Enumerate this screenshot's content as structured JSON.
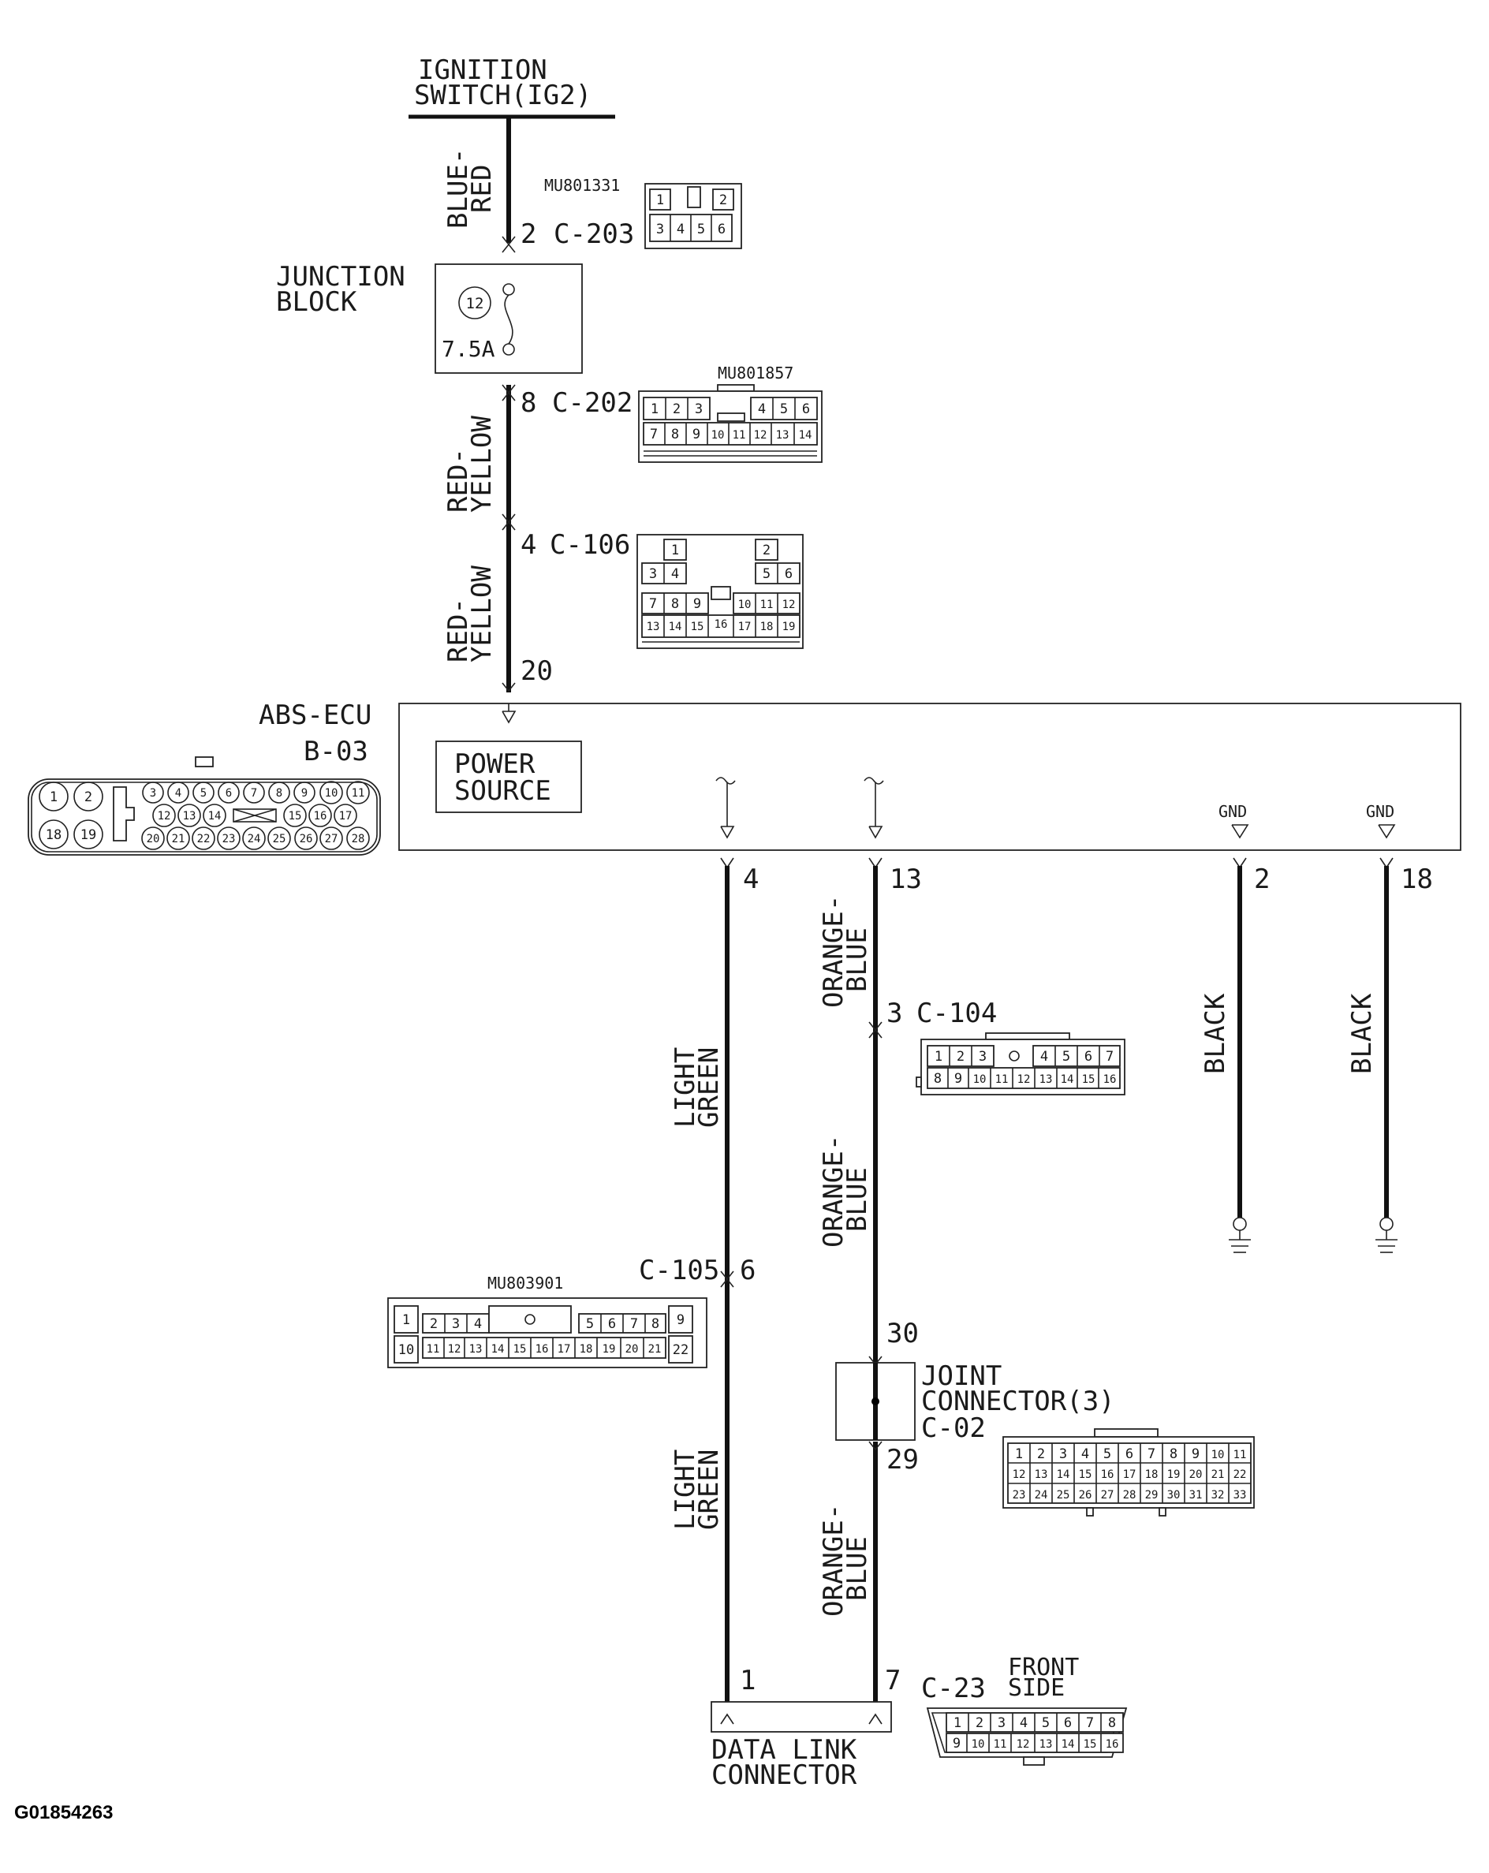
{
  "ignition": {
    "line1": "IGNITION",
    "line2": "SWITCH(IG2)"
  },
  "wires": {
    "blue_red": {
      "l1": "BLUE-",
      "l2": "RED"
    },
    "red_yellow": {
      "l1": "RED-",
      "l2": "YELLOW"
    },
    "light_green": {
      "l1": "LIGHT",
      "l2": "GREEN"
    },
    "orange_blue": {
      "l1": "ORANGE-",
      "l2": "BLUE"
    },
    "black": "BLACK"
  },
  "junction_block": {
    "line1": "JUNCTION",
    "line2": "BLOCK",
    "fuse_no": "12",
    "rating": "7.5A"
  },
  "connectors": {
    "c203": {
      "pin": "2",
      "id": "C-203",
      "part": "MU801331",
      "pins_top": [
        "1",
        "2"
      ],
      "pins_bot": [
        "3",
        "4",
        "5",
        "6"
      ]
    },
    "c202": {
      "pin": "8",
      "id": "C-202",
      "part": "MU801857",
      "pins_top": [
        "1",
        "2",
        "3",
        "4",
        "5",
        "6"
      ],
      "pins_bot": [
        "7",
        "8",
        "9",
        "10",
        "11",
        "12",
        "13",
        "14"
      ]
    },
    "c106": {
      "pin": "4",
      "id": "C-106",
      "rows": [
        [
          "1",
          "2"
        ],
        [
          "3",
          "4",
          "5",
          "6"
        ],
        [
          "7",
          "8",
          "9",
          "10",
          "11",
          "12"
        ],
        [
          "13",
          "14",
          "15",
          "16",
          "17",
          "18",
          "19"
        ]
      ]
    },
    "c104": {
      "pin": "3",
      "id": "C-104",
      "pins_top": [
        "1",
        "2",
        "3",
        "4",
        "5",
        "6",
        "7"
      ],
      "pins_bot": [
        "8",
        "9",
        "10",
        "11",
        "12",
        "13",
        "14",
        "15",
        "16"
      ]
    },
    "c105": {
      "pin": "6",
      "id": "C-105",
      "part": "MU803901",
      "pins_top": [
        "1",
        "2",
        "3",
        "4",
        "5",
        "6",
        "7",
        "8",
        "9"
      ],
      "pins_bot": [
        "10",
        "11",
        "12",
        "13",
        "14",
        "15",
        "16",
        "17",
        "18",
        "19",
        "20",
        "21",
        "22"
      ]
    },
    "c02": {
      "pin_in": "30",
      "pin_out": "29",
      "line1": "JOINT",
      "line2": "CONNECTOR(3)",
      "id": "C-02",
      "rows": [
        [
          "1",
          "2",
          "3",
          "4",
          "5",
          "6",
          "7",
          "8",
          "9",
          "10",
          "11"
        ],
        [
          "12",
          "13",
          "14",
          "15",
          "16",
          "17",
          "18",
          "19",
          "20",
          "21",
          "22"
        ],
        [
          "23",
          "24",
          "25",
          "26",
          "27",
          "28",
          "29",
          "30",
          "31",
          "32",
          "33"
        ]
      ]
    },
    "c23": {
      "pin_a": "1",
      "pin_b": "7",
      "id": "C-23",
      "note1": "FRONT",
      "note2": "SIDE",
      "pins_top": [
        "1",
        "2",
        "3",
        "4",
        "5",
        "6",
        "7",
        "8"
      ],
      "pins_bot": [
        "9",
        "10",
        "11",
        "12",
        "13",
        "14",
        "15",
        "16"
      ]
    }
  },
  "ecu": {
    "name": "ABS-ECU",
    "id": "B-03",
    "power1": "POWER",
    "power2": "SOURCE",
    "gnd": "GND",
    "pins": {
      "power": "20",
      "lg": "4",
      "ob": "13",
      "gnd1": "2",
      "gnd2": "18"
    },
    "connector_pins": {
      "big_top": [
        "1",
        "2"
      ],
      "big_bot": [
        "18",
        "19"
      ],
      "row1": [
        "3",
        "4",
        "5",
        "6",
        "7",
        "8",
        "9",
        "10",
        "11"
      ],
      "row2a": [
        "12",
        "13",
        "14"
      ],
      "row2b": [
        "15",
        "16",
        "17"
      ],
      "row3": [
        "20",
        "21",
        "22",
        "23",
        "24",
        "25",
        "26",
        "27",
        "28"
      ]
    }
  },
  "dlc": {
    "line1": "DATA LINK",
    "line2": "CONNECTOR"
  },
  "figure_code": "G01854263"
}
